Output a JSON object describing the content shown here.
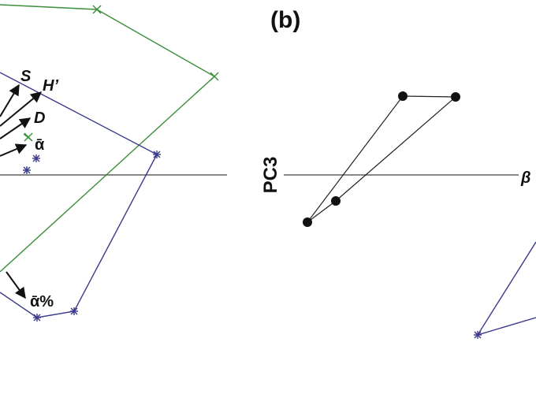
{
  "panel_label": "(b)",
  "axis_label": "PC3",
  "axis_label_right": "β",
  "vector_labels": {
    "s": "S",
    "h_prime": "H’",
    "d": "D",
    "alpha_bar": "ᾱ",
    "alpha_pct": "ᾱ%"
  },
  "colors": {
    "green_series": "#3a8f3a",
    "purple_series": "#3a3a8c",
    "black_series": "#222222",
    "axis": "#888888"
  }
}
